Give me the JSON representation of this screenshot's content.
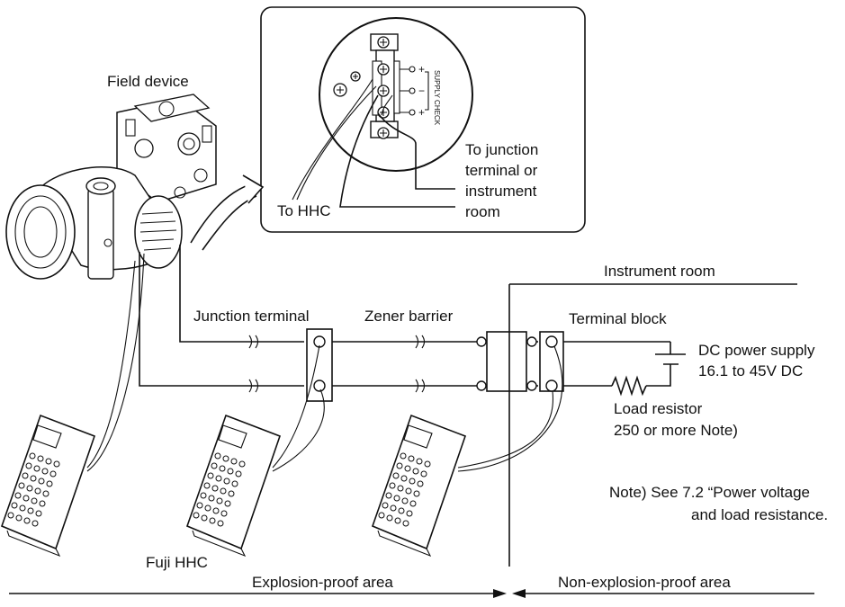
{
  "labels": {
    "field_device": "Field device",
    "to_junction_line1": "To junction",
    "to_junction_line2": "terminal or",
    "to_junction_line3": "instrument",
    "to_junction_line4": "room",
    "to_hhc": "To HHC",
    "instrument_room": "Instrument room",
    "junction_terminal": "Junction terminal",
    "zener_barrier": "Zener barrier",
    "terminal_block": "Terminal block",
    "dc_power_line1": "DC power supply",
    "dc_power_line2": "16.1 to 45V DC",
    "load_resistor_line1": "Load resistor",
    "load_resistor_line2": "250 or more   Note)",
    "note_line1": "Note) See 7.2 “Power voltage",
    "note_line2": "and load resistance.",
    "fuji_hhc": "Fuji HHC",
    "explosion_proof_area": "Explosion-proof area",
    "non_explosion_proof_area": "Non-explosion-proof area",
    "supply_check": "SUPPLY CHECK",
    "plus1": "+",
    "minus": "−",
    "plus2": "+"
  }
}
